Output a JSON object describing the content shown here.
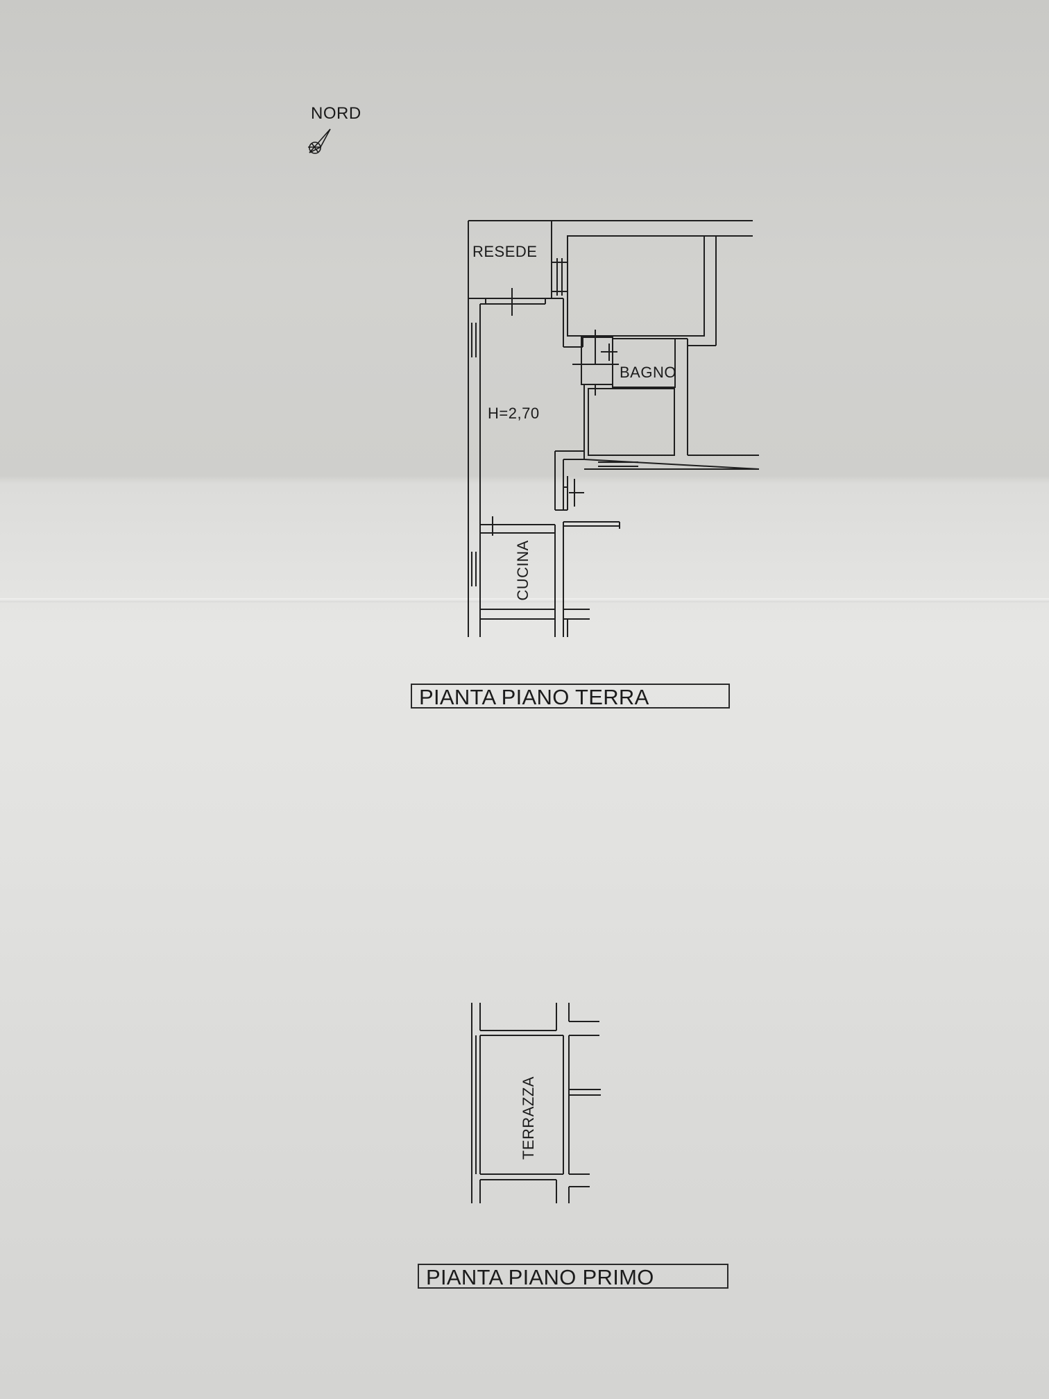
{
  "north": {
    "label": "NORD",
    "icon": "north-arrow-icon"
  },
  "ground_floor": {
    "title": "PIANTA PIANO TERRA",
    "rooms": {
      "resede": "RESEDE",
      "bagno": "BAGNO",
      "cucina": "CUCINA"
    },
    "height_note": "H=2,70"
  },
  "first_floor": {
    "title": "PIANTA PIANO PRIMO",
    "rooms": {
      "terrazza": "TERRAZZA"
    }
  },
  "colors": {
    "ink": "#1b1b1b",
    "paper": "#dcdcda"
  }
}
